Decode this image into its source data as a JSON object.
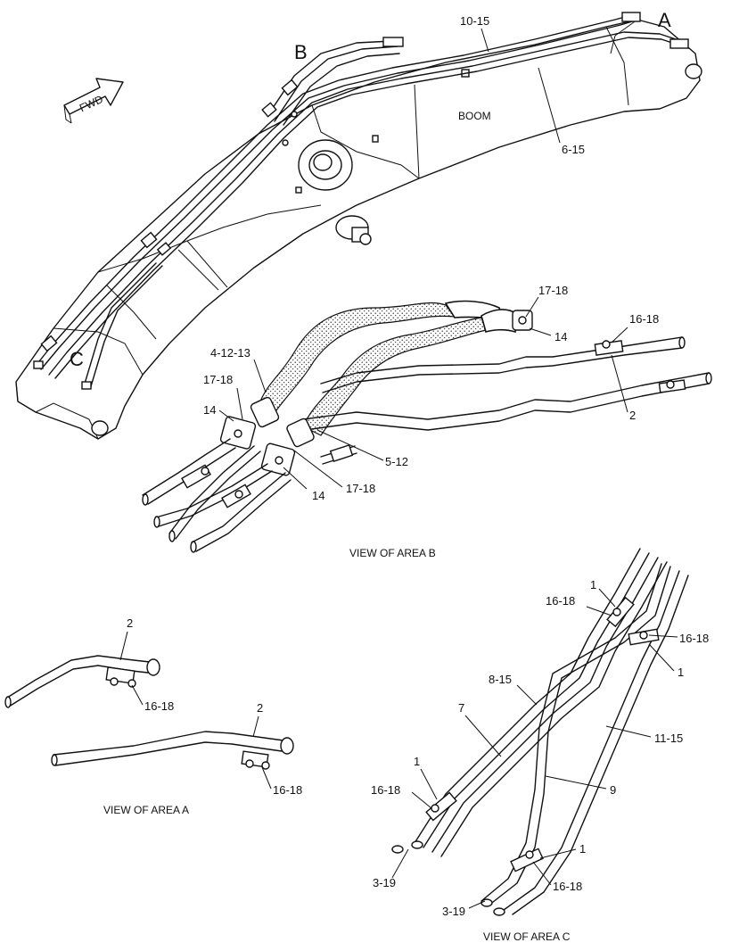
{
  "figure": {
    "area_letters": {
      "a": "A",
      "b": "B",
      "c": "C"
    },
    "fwd_arrow_text": "FWD",
    "boom_text": "BOOM",
    "boom_callouts": {
      "top_line": "10-15",
      "side_line": "6-15"
    },
    "captions": {
      "area_b": "VIEW OF AREA B",
      "area_a": "VIEW OF AREA A",
      "area_c": "VIEW OF AREA C"
    },
    "area_b_callouts": {
      "c1": "17-18",
      "c2": "14",
      "c3": "16-18",
      "c4": "4-12-13",
      "c5": "17-18",
      "c6": "14",
      "c7": "2",
      "c8": "5-12",
      "c9": "14",
      "c10": "17-18"
    },
    "area_a_callouts": {
      "c1": "2",
      "c2": "16-18",
      "c3": "2",
      "c4": "16-18"
    },
    "area_c_callouts": {
      "c1": "1",
      "c2": "16-18",
      "c3": "16-18",
      "c4": "1",
      "c5": "8-15",
      "c6": "7",
      "c7": "11-15",
      "c8": "1",
      "c9": "16-18",
      "c10": "9",
      "c11": "3-19",
      "c12": "1",
      "c13": "16-18",
      "c14": "3-19"
    }
  }
}
